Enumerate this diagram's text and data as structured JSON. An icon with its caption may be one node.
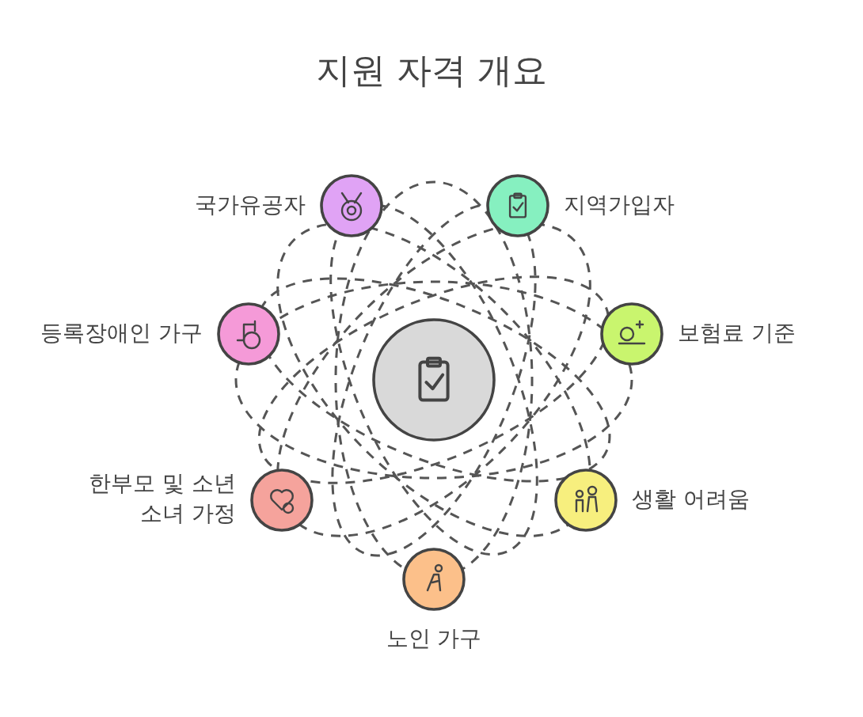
{
  "diagram": {
    "title": "지원 자격 개요",
    "nodes": [
      {
        "text": [],
        "shape": "circle"
      },
      {
        "text": [
          "국가유공자"
        ]
      },
      {
        "text": [
          "지역가입자"
        ]
      },
      {
        "text": [
          "등록장애인 가구"
        ]
      },
      {
        "text": [
          "보험료 기준"
        ]
      },
      {
        "text": [
          "한부모 및 소년 소녀 가정"
        ]
      },
      {
        "text": [
          "생활 어려움"
        ]
      },
      {
        "text": [
          "노인 가구"
        ]
      }
    ],
    "edges": []
  }
}
